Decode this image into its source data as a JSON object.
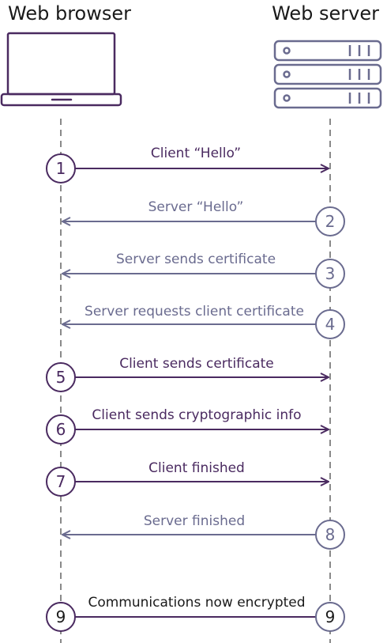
{
  "colors": {
    "client": "#4a2a60",
    "server": "#6a6b8f",
    "lifeline": "#8a8a8a",
    "title": "#1a1a1a"
  },
  "header": {
    "left_title": "Web browser",
    "right_title": "Web server"
  },
  "icons": {
    "left": "laptop-icon",
    "right": "server-rack-icon"
  },
  "steps": [
    {
      "number": "1",
      "label": "Client “Hello”",
      "direction": "to-server"
    },
    {
      "number": "2",
      "label": "Server “Hello”",
      "direction": "to-client"
    },
    {
      "number": "3",
      "label": "Server sends certificate",
      "direction": "to-client"
    },
    {
      "number": "4",
      "label": "Server requests client certificate",
      "direction": "to-client"
    },
    {
      "number": "5",
      "label": "Client sends certificate",
      "direction": "to-server"
    },
    {
      "number": "6",
      "label": "Client sends cryptographic info",
      "direction": "to-server"
    },
    {
      "number": "7",
      "label": "Client finished",
      "direction": "to-server"
    },
    {
      "number": "8",
      "label": "Server finished",
      "direction": "to-client"
    },
    {
      "number": "9",
      "label": "Communications now encrypted",
      "direction": "both"
    }
  ]
}
